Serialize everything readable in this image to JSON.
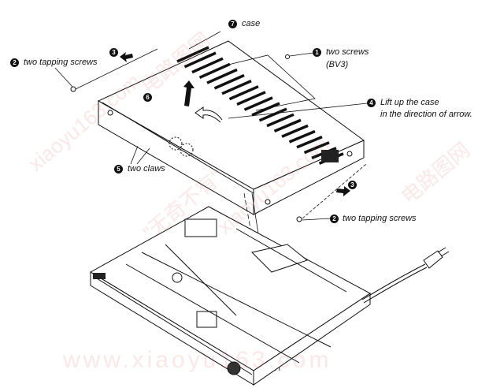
{
  "labels": {
    "case": {
      "num": "7",
      "text": "case"
    },
    "screws_top": {
      "num": "1",
      "text": "two screws",
      "text2": "(BV3)"
    },
    "tapping_left": {
      "num": "2",
      "text": "two tapping screws"
    },
    "slide_left": {
      "num": "3"
    },
    "lift_arrow": {
      "num": "6"
    },
    "lift_case": {
      "num": "4",
      "text": "Lift up the case",
      "text2": "in the direction of arrow."
    },
    "claws": {
      "num": "5",
      "text": "two claws"
    },
    "slide_right": {
      "num": "3"
    },
    "tapping_right": {
      "num": "2",
      "text": "two tapping screws"
    }
  },
  "watermark": [
    "电路图网",
    "xiaoyu163.com",
    "\"无奇不有\"",
    "www.xiaoyu163.com"
  ]
}
